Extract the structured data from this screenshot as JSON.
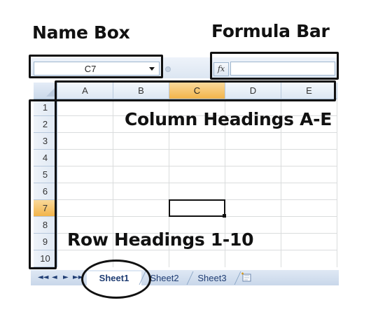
{
  "annotations": {
    "name_box": "Name Box",
    "formula_bar": "Formula Bar",
    "column_headings": "Column Headings A-E",
    "row_headings": "Row Headings 1-10"
  },
  "name_box": {
    "value": "C7",
    "dropdown_icon": "chevron-down-icon"
  },
  "formula_bar": {
    "fx_label": "fx",
    "value": ""
  },
  "columns": [
    "A",
    "B",
    "C",
    "D",
    "E"
  ],
  "rows": [
    "1",
    "2",
    "3",
    "4",
    "5",
    "6",
    "7",
    "8",
    "9",
    "10"
  ],
  "active_cell": {
    "column": "C",
    "row": "7"
  },
  "sheet_tabs": [
    "Sheet1",
    "Sheet2",
    "Sheet3"
  ],
  "active_sheet": "Sheet1",
  "tab_nav": [
    "◄◄",
    "◄",
    "►",
    "►►"
  ],
  "colors": {
    "active_header": "#f2b44a",
    "header_blue": "#dde7f3",
    "annotation_ink": "#111111",
    "tab_text": "#1f3d73"
  }
}
